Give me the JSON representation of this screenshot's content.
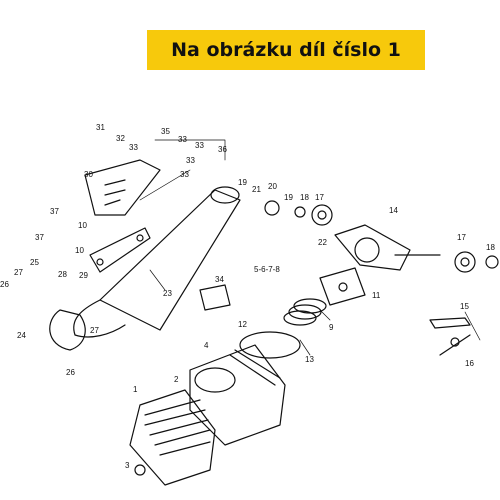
{
  "banner": {
    "text": "Na obrázku díl číslo 1",
    "color": "#f7c90c"
  },
  "callouts": [
    "1",
    "2",
    "3",
    "4",
    "5-6-7-8",
    "9",
    "10",
    "10",
    "11",
    "12",
    "13",
    "14",
    "15",
    "16",
    "17",
    "17",
    "18",
    "18",
    "19",
    "19",
    "20",
    "21",
    "22",
    "23",
    "24",
    "25",
    "26",
    "26",
    "27",
    "27",
    "28",
    "29",
    "30",
    "31",
    "32",
    "33",
    "33",
    "33",
    "33",
    "33",
    "34",
    "35",
    "36",
    "37",
    "37"
  ],
  "icons": {
    "parts": "exploded-engine-parts-drawing"
  }
}
